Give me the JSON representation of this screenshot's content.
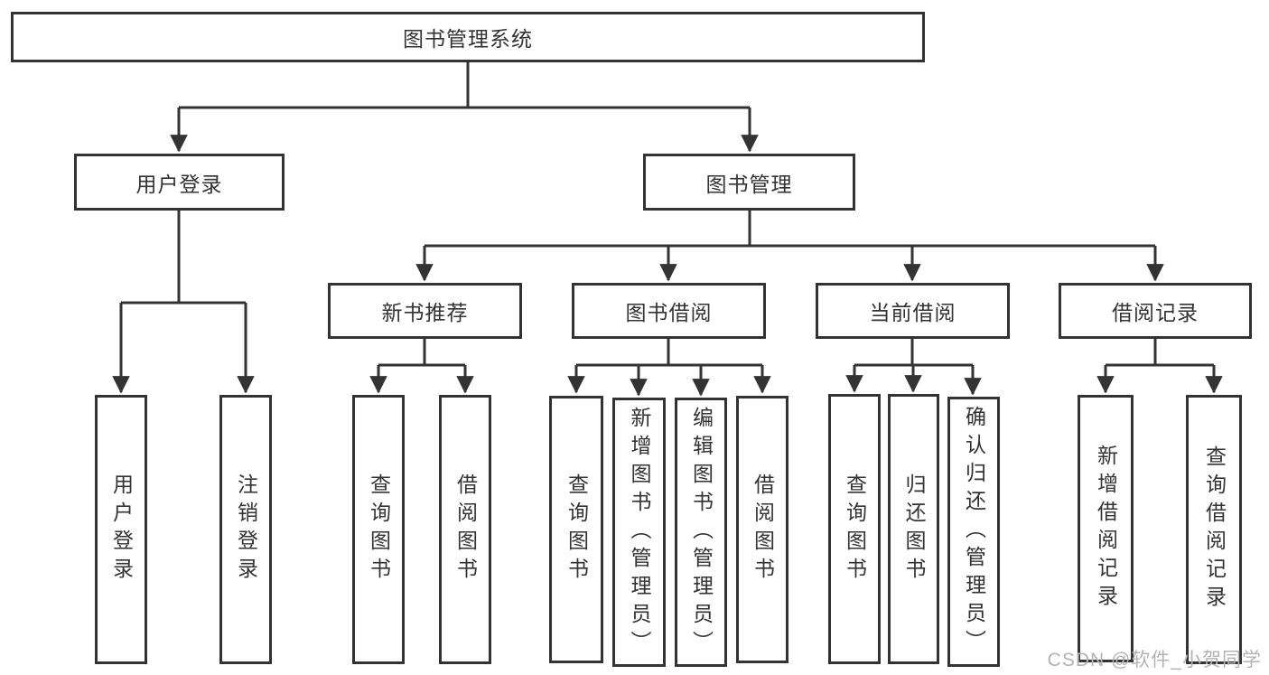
{
  "tree": {
    "root": {
      "label": "图书管理系统",
      "children": {
        "user_login": {
          "label": "用户登录",
          "leaves": [
            "用户登录",
            "注销登录"
          ]
        },
        "book_management": {
          "label": "图书管理",
          "children": {
            "new_book_recommend": {
              "label": "新书推荐",
              "leaves": [
                "查询图书",
                "借阅图书"
              ]
            },
            "book_borrow": {
              "label": "图书借阅",
              "leaves": [
                "查询图书",
                "新增图书（管理员）",
                "编辑图书（管理员）",
                "借阅图书"
              ]
            },
            "current_borrow": {
              "label": "当前借阅",
              "leaves": [
                "查询图书",
                "归还图书",
                "确认归还（管理员）"
              ]
            },
            "borrow_records": {
              "label": "借阅记录",
              "leaves": [
                "新增借阅记录",
                "查询借阅记录"
              ]
            }
          }
        }
      }
    }
  },
  "watermark": "CSDN @软件_小贺同学",
  "colors": {
    "line": "#333333",
    "box_border": "#333333",
    "text": "#333333",
    "watermark_text": "#b3b3b3",
    "background": "#ffffff"
  }
}
